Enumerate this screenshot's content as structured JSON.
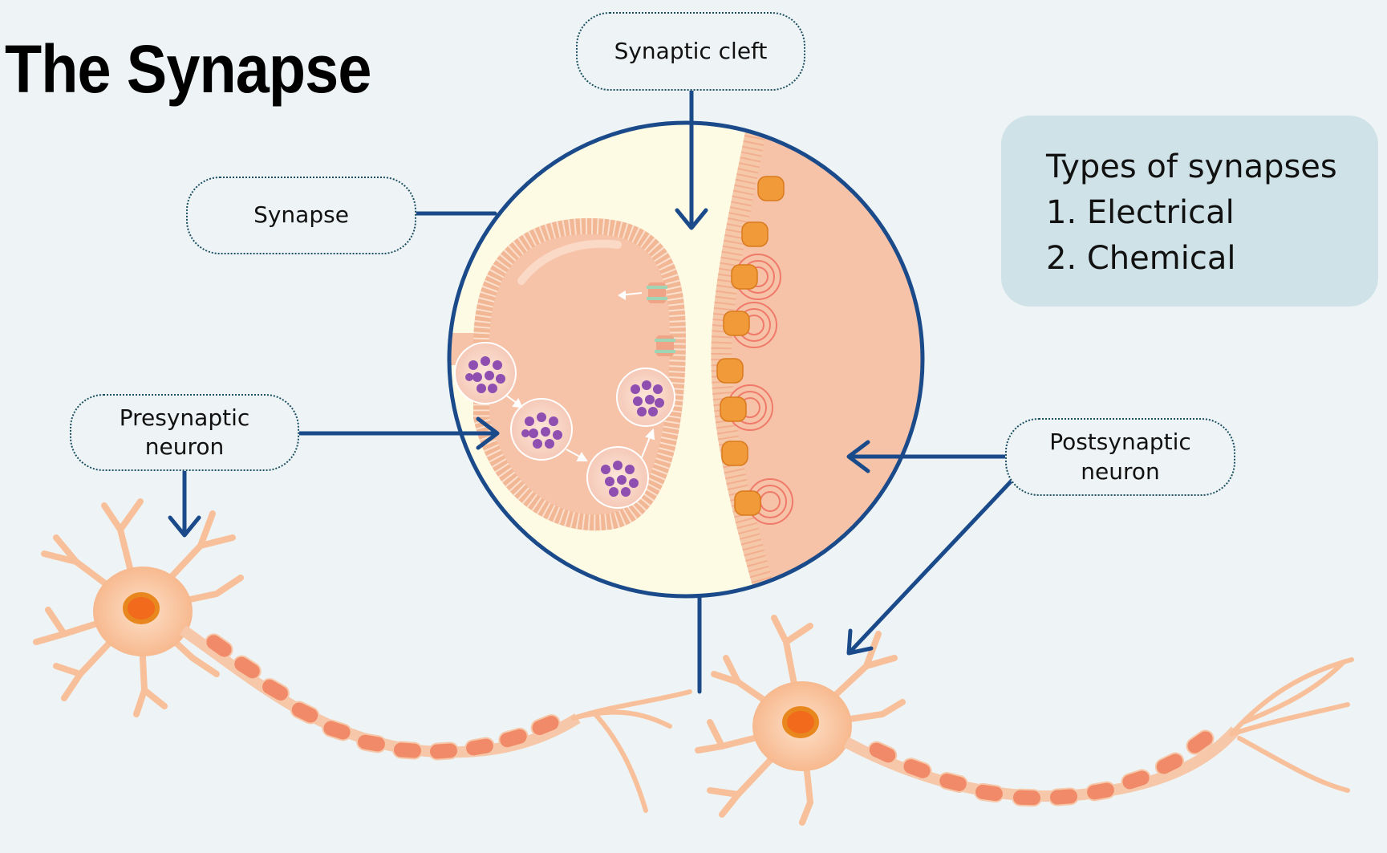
{
  "title": "The Synapse",
  "labels": {
    "synaptic_cleft": "Synaptic cleft",
    "synapse": "Synapse",
    "presynaptic_line1": "Presynaptic",
    "presynaptic_line2": "neuron",
    "postsynaptic_line1": "Postsynaptic",
    "postsynaptic_line2": "neuron"
  },
  "types_box": {
    "heading": "Types of synapses",
    "items": [
      "1. Electrical",
      "2. Chemical"
    ]
  },
  "colors": {
    "arrow": "#1a4a8a",
    "background": "#eef4f5",
    "cleft": "#fdfbe4",
    "cytoplasm": "#f6c3a8",
    "membrane": "#f2b795",
    "receptor": "#f09a3a",
    "vesicle_dot": "#8e4fb0",
    "box": "#cfe2e7"
  }
}
